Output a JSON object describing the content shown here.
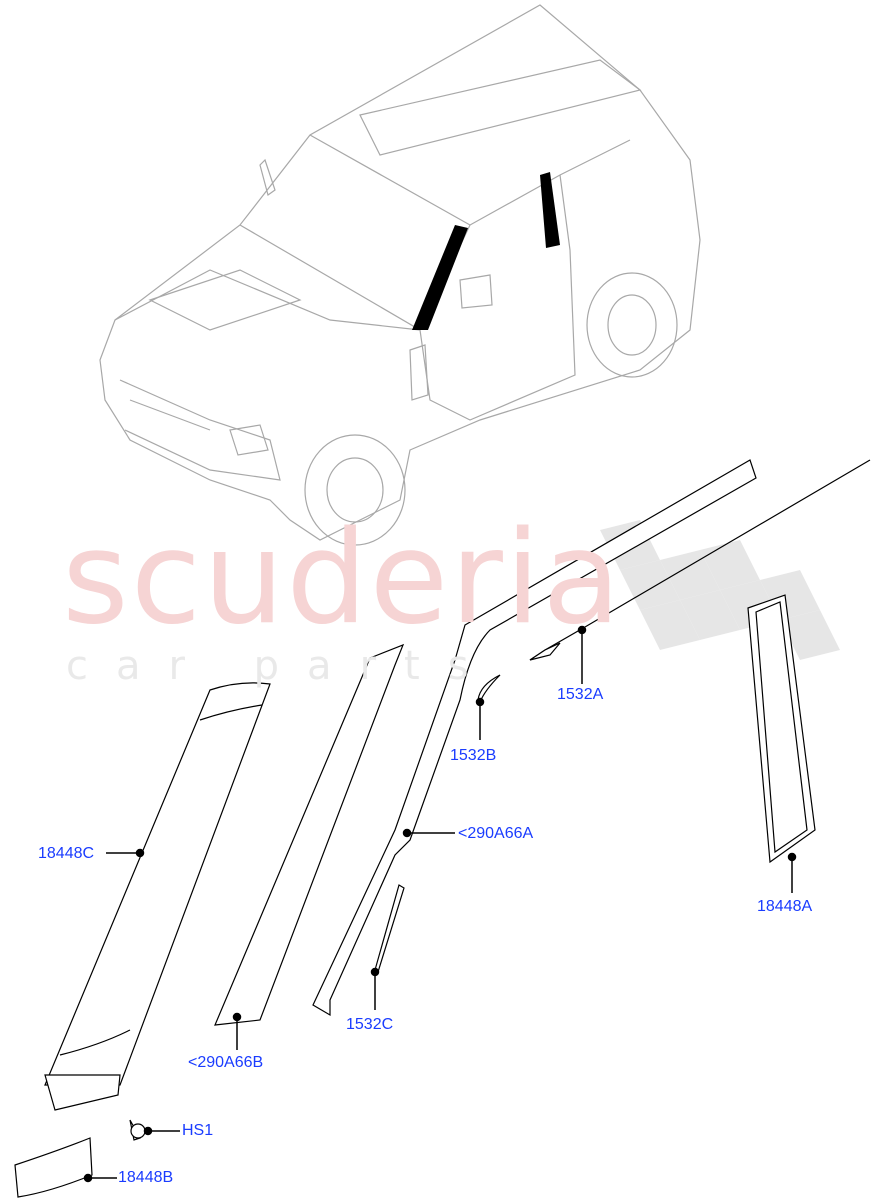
{
  "watermark": {
    "brand": "scuderia",
    "tagline": "car parts"
  },
  "callouts": [
    {
      "id": "18448C"
    },
    {
      "id": "<290A66A"
    },
    {
      "id": "1532A"
    },
    {
      "id": "1532B"
    },
    {
      "id": "1532C"
    },
    {
      "id": "18448A"
    },
    {
      "id": "<290A66B"
    },
    {
      "id": "HS1"
    },
    {
      "id": "18448B"
    }
  ],
  "colors": {
    "callout": "#1a3cff",
    "lines": "#000000",
    "vehicle": "#a0a0a0",
    "watermark": "#f6d4d4"
  }
}
